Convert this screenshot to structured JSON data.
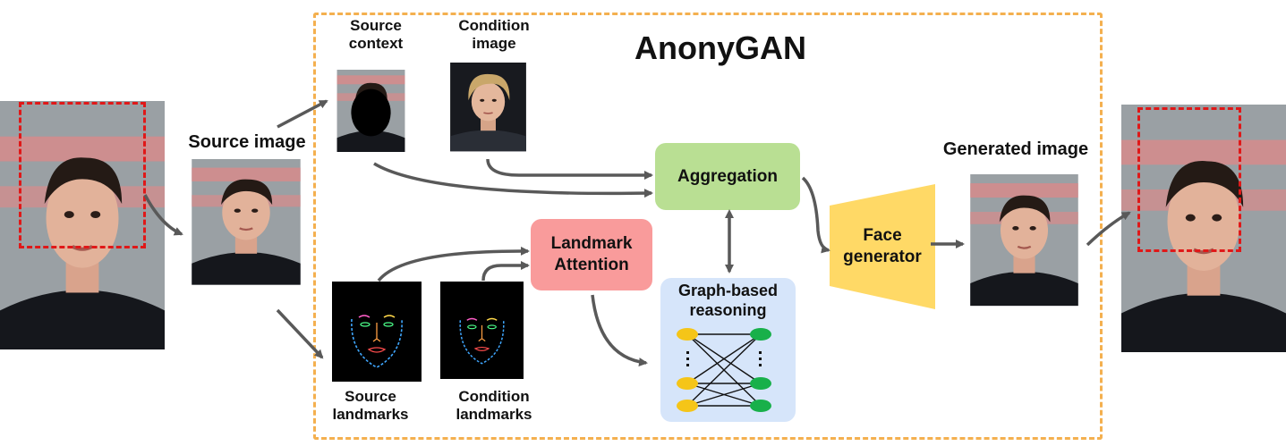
{
  "title": "AnonyGAN",
  "labels": {
    "source_image": "Source image",
    "source_context": "Source\ncontext",
    "condition_image": "Condition\nimage",
    "source_landmarks": "Source\nlandmarks",
    "condition_landmarks": "Condition\nlandmarks",
    "generated_image": "Generated image"
  },
  "modules": {
    "aggregation": "Aggregation",
    "landmark_attention": "Landmark\nAttention",
    "graph_reasoning": "Graph-based\nreasoning",
    "face_generator": "Face\ngenerator"
  },
  "colors": {
    "frame": "#F4B04F",
    "aggregation": "#B9DF93",
    "landmark_attention": "#F99B9B",
    "graph_reasoning": "#D6E5FA",
    "face_generator": "#FFD966",
    "node_left": "#F5C518",
    "node_right": "#18B04A",
    "crop_box": "#E01818",
    "arrow": "#595959"
  }
}
